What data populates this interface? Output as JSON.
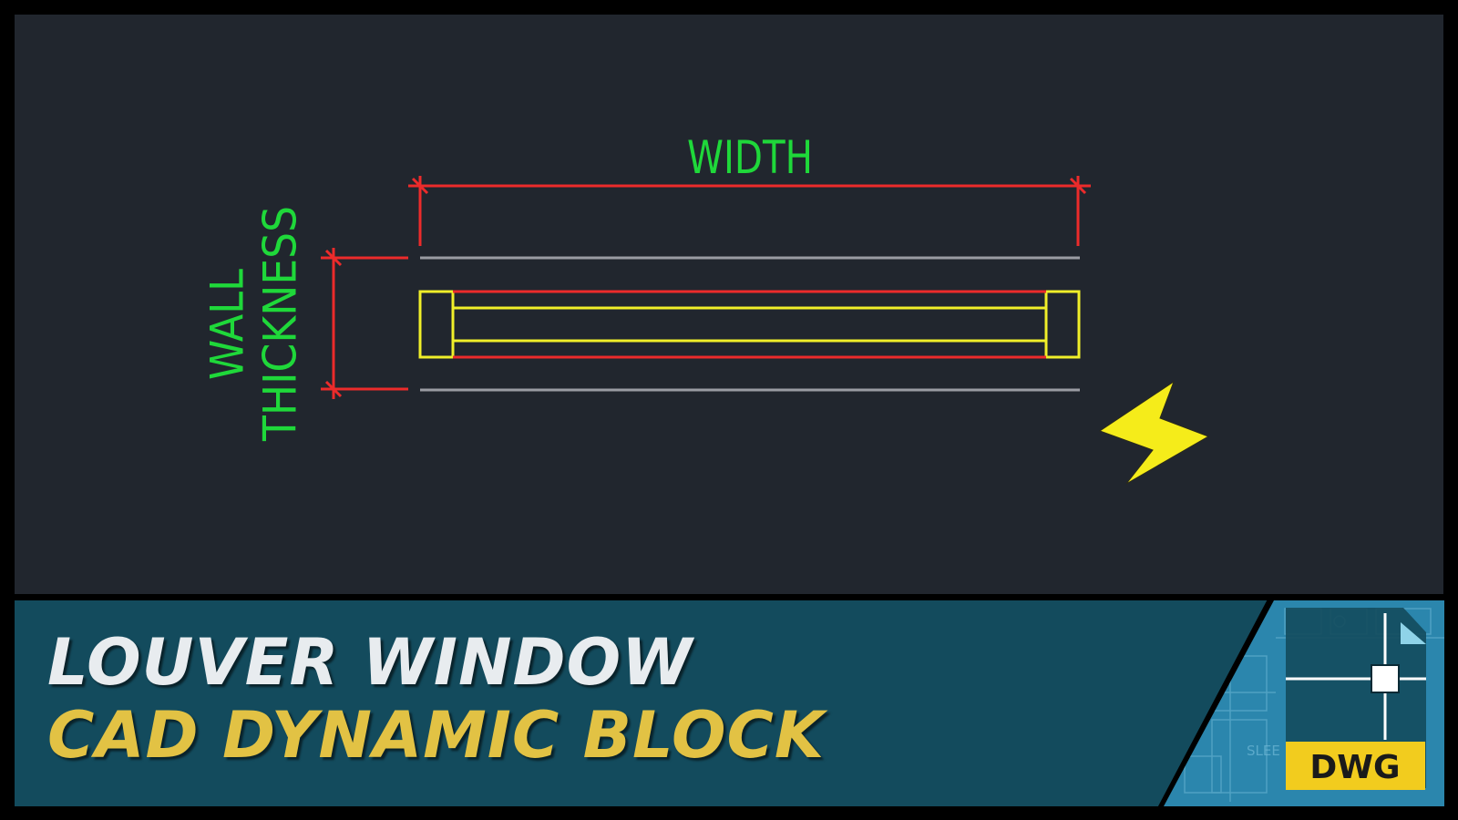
{
  "drawing": {
    "width_label": "WIDTH",
    "wall_label_line1": "WALL",
    "wall_label_line2": "THICKNESS"
  },
  "banner": {
    "title_line1": "LOUVER WINDOW",
    "title_line2": "CAD DYNAMIC BLOCK",
    "badge": "DWG",
    "blueprint_text": "SLEE"
  },
  "colors": {
    "canvas_bg": "#21262e",
    "banner_bg": "#134b5d",
    "title1": "#e8ecef",
    "title2": "#e2c244",
    "dimension": "#ec2b2b",
    "label": "#1fd83a",
    "frame": "#f0ef29",
    "wall": "#9a9ca3",
    "lightning": "#f5ec1a",
    "badge_bg": "#f2cc1e",
    "blueprint": "#2b86ad"
  },
  "icons": [
    "lightning-bolt-icon",
    "dwg-file-icon"
  ]
}
